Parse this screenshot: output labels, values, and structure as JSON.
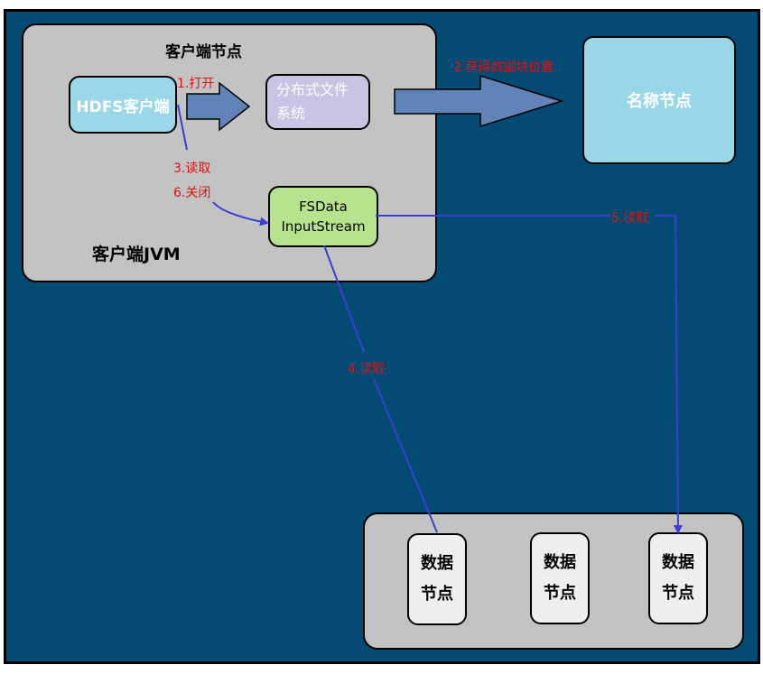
{
  "client_node": {
    "title": "客户端节点",
    "jvm_label": "客户端JVM",
    "hdfs_client": "HDFS客户端",
    "dfs_line1": "分布式文件",
    "dfs_line2": "系统",
    "stream_line1": "FSData",
    "stream_line2": "InputStream"
  },
  "name_node": {
    "label": "名称节点"
  },
  "data_nodes": [
    {
      "line1": "数据",
      "line2": "节点"
    },
    {
      "line1": "数据",
      "line2": "节点"
    },
    {
      "line1": "数据",
      "line2": "节点"
    }
  ],
  "steps": {
    "open": "1.打开",
    "get_block_locations": "2.获得数据块位置",
    "read3": "3.读取",
    "close": "6.关闭",
    "read4": "4.读取",
    "read5": "5.读取"
  },
  "colors": {
    "background": "#034b73",
    "panel": "#c3c3c3",
    "hdfs_client": "#9ad7e8",
    "dfs": "#c9c3e4",
    "stream": "#b8e38e",
    "name_node": "#98d7e8",
    "data_node": "#efefef",
    "arrow_fill": "#6283b8",
    "line": "#3a3fd1",
    "label": "#e01010"
  }
}
